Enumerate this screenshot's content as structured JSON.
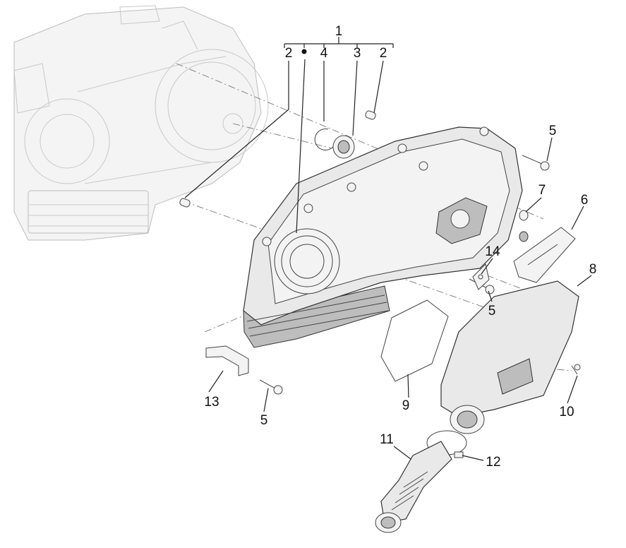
{
  "diagram": {
    "callouts": [
      {
        "id": "c1",
        "text": "1"
      },
      {
        "id": "c2a",
        "text": "2"
      },
      {
        "id": "c2b",
        "text": "2"
      },
      {
        "id": "c4",
        "text": "4"
      },
      {
        "id": "c3",
        "text": "3"
      },
      {
        "id": "c5a",
        "text": "5"
      },
      {
        "id": "c7",
        "text": "7"
      },
      {
        "id": "c6",
        "text": "6"
      },
      {
        "id": "c14",
        "text": "14"
      },
      {
        "id": "c5b",
        "text": "5"
      },
      {
        "id": "c8",
        "text": "8"
      },
      {
        "id": "c9",
        "text": "9"
      },
      {
        "id": "c13",
        "text": "13"
      },
      {
        "id": "c5c",
        "text": "5"
      },
      {
        "id": "c10",
        "text": "10"
      },
      {
        "id": "c11",
        "text": "11"
      },
      {
        "id": "c12",
        "text": "12"
      }
    ]
  }
}
